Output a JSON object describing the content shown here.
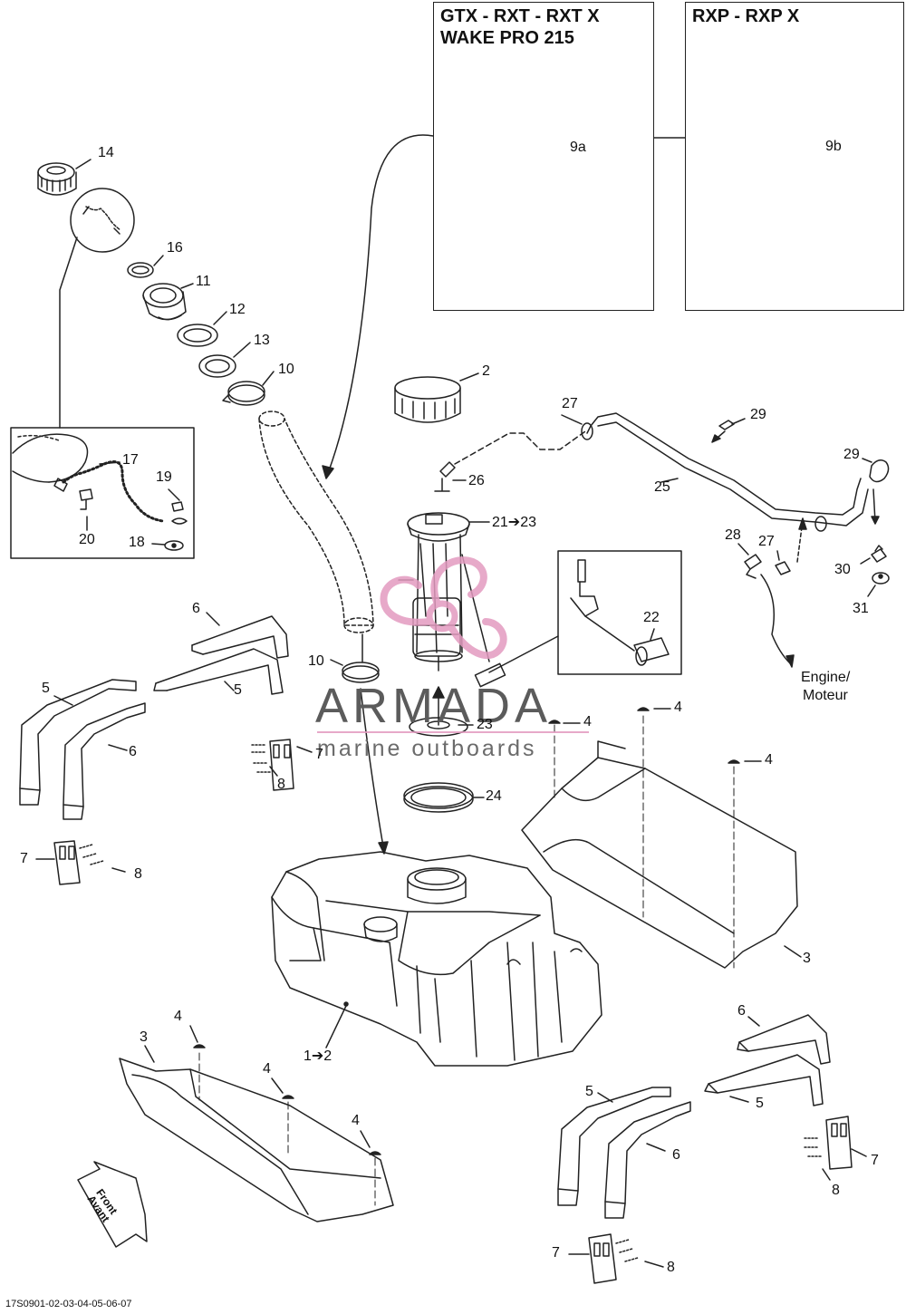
{
  "boxes": {
    "gtx_title_line1": "GTX - RXT - RXT X",
    "gtx_title_line2": "WAKE PRO 215",
    "rxp_title": "RXP - RXP X"
  },
  "watermark": {
    "brand": "ARMADA",
    "tagline": "marine outboards",
    "accent_color": "#e39bc0"
  },
  "labels": {
    "l14": "14",
    "l16": "16",
    "l11": "11",
    "l12": "12",
    "l13": "13",
    "l10a": "10",
    "l17": "17",
    "l19": "19",
    "l20": "20",
    "l18": "18",
    "l9a": "9a",
    "l9b": "9b",
    "l2": "2",
    "l26": "26",
    "l21_23": "21➔23",
    "l27a": "27",
    "l29a": "29",
    "l25": "25",
    "l29b": "29",
    "l28": "28",
    "l27b": "27",
    "l30": "30",
    "l31": "31",
    "l22": "22",
    "engine_line1": "Engine/",
    "engine_line2": "Moteur",
    "l6a": "6",
    "l5a": "5",
    "l5b": "5",
    "l6b": "6",
    "l10b": "10",
    "l7a": "7",
    "l8a": "8",
    "l7b": "7",
    "l8b": "8",
    "l23": "23",
    "l24": "24",
    "l4a": "4",
    "l4b": "4",
    "l4c": "4",
    "l3a": "3",
    "l1_2": "1➔2",
    "l4d": "4",
    "l3b": "3",
    "l4e": "4",
    "l4f": "4",
    "l6c": "6",
    "l5c": "5",
    "l5d": "5",
    "l6d": "6",
    "l7c": "7",
    "l8c": "8",
    "l7d": "7",
    "l8d": "8"
  },
  "front_arrow": {
    "line1": "Front",
    "line2": "Avant"
  },
  "footer_code": "17S0901-02-03-04-05-06-07"
}
